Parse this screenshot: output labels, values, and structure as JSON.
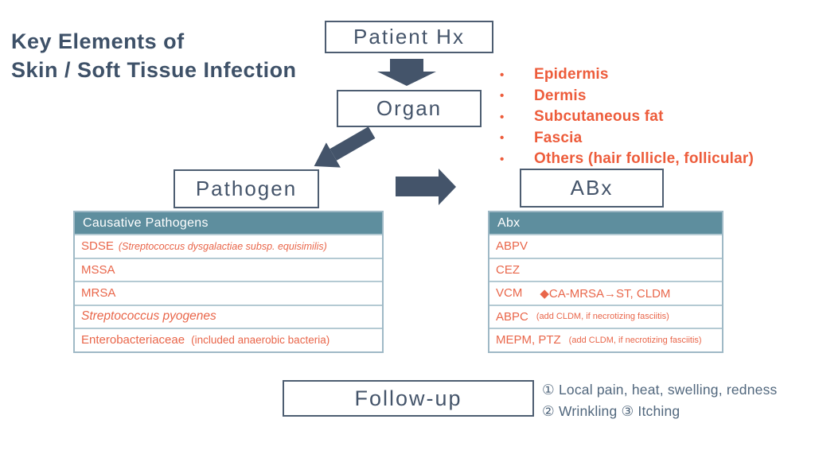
{
  "title": {
    "line1": "Key Elements of",
    "line2": "Skin / Soft Tissue Infection"
  },
  "flow": {
    "patient_hx": "Patient Hx",
    "organ": "Organ",
    "pathogen": "Pathogen",
    "abx": "ABx",
    "follow_up": "Follow-up"
  },
  "layers": {
    "items": [
      "Epidermis",
      "Dermis",
      "Subcutaneous fat",
      "Fascia",
      "Others (hair follicle, follicular)"
    ],
    "bullet": "•"
  },
  "pathogen_table": {
    "header": "Causative Pathogens",
    "rows": [
      {
        "main": "SDSE",
        "detail": "(Streptococcus dysgalactiae subsp. equisimilis)"
      },
      {
        "main": "MSSA"
      },
      {
        "main": "MRSA"
      },
      {
        "main": "Streptococcus pyogenes"
      },
      {
        "main": "Enterobacteriaceae",
        "detail": "(included anaerobic bacteria)"
      }
    ]
  },
  "abx_table": {
    "header": "Abx",
    "rows": [
      {
        "main": "ABPV"
      },
      {
        "main": "CEZ"
      },
      {
        "main": "VCM",
        "detail": "◆CA-MRSA→ST, CLDM"
      },
      {
        "main": "ABPC",
        "detail": "(add CLDM, if necrotizing fasciitis)"
      },
      {
        "main": "MEPM, PTZ",
        "detail": "(add CLDM, if necrotizing fasciitis)"
      }
    ]
  },
  "follow_up_notes": {
    "line1": "① Local pain, heat, swelling,  redness",
    "line2": "② Wrinkling ③ Itching"
  },
  "colors": {
    "slate": "#44546A",
    "teal_header": "#5E8E9E",
    "bullet_red": "#ED5C3B",
    "table_text": "#E9664A",
    "note_text": "#51677D"
  }
}
